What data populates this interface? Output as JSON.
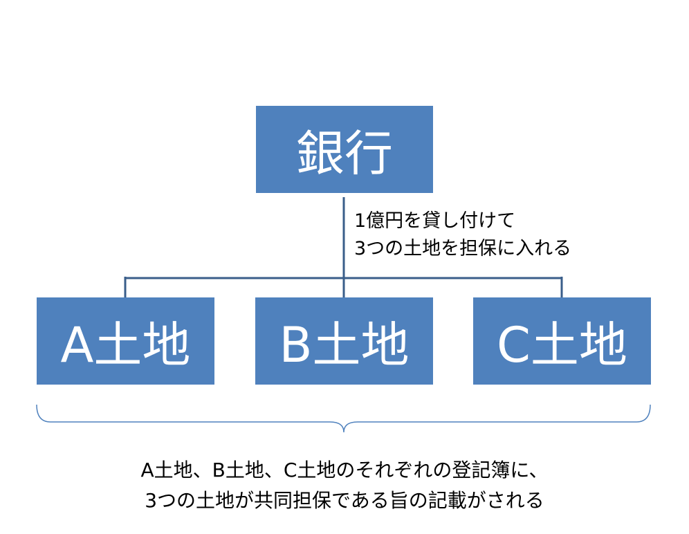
{
  "diagram": {
    "root": {
      "label": "銀行"
    },
    "edge_note": {
      "lines": [
        "1億円を貸し付けて",
        "3つの土地を担保に入れる"
      ]
    },
    "children": [
      {
        "label": "A土地"
      },
      {
        "label": "B土地"
      },
      {
        "label": "C土地"
      }
    ],
    "summary": {
      "lines": [
        "A土地、B土地、C土地のそれぞれの登記簿に、",
        "3つの土地が共同担保である旨の記載がされる"
      ]
    },
    "colors": {
      "box_fill": "#4f81bd",
      "box_text": "#ffffff",
      "connector": "#3a5e8a",
      "brace": "#4f81bd"
    }
  }
}
